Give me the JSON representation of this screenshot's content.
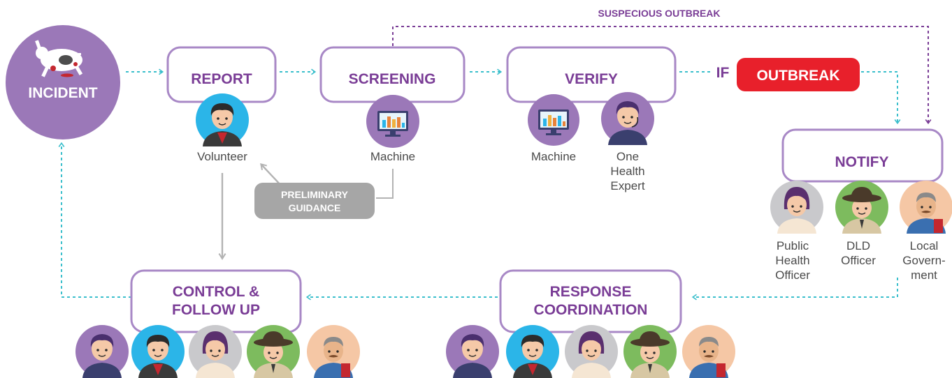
{
  "labels": {
    "incident": "INCIDENT",
    "report": "REPORT",
    "screening": "SCREENING",
    "verify": "VERIFY",
    "notify": "NOTIFY",
    "if_word": "IF",
    "outbreak": "OUTBREAK",
    "suspicious": "SUSPECIOUS OUTBREAK",
    "prelim_1": "PRELIMINARY",
    "prelim_2": "GUIDANCE",
    "control_1": "CONTROL &",
    "control_2": "FOLLOW UP",
    "response_1": "RESPONSE",
    "response_2": "COORDINATION"
  },
  "people": {
    "volunteer": "Volunteer",
    "machine_screening": "Machine",
    "machine_verify": "Machine",
    "expert": [
      "One",
      "Health",
      "Expert"
    ],
    "public_health": [
      "Public",
      "Health",
      "Officer"
    ],
    "dld": [
      "DLD",
      "Officer"
    ],
    "local_gov": [
      "Local",
      "Govern-",
      "ment"
    ]
  },
  "colors": {
    "purple": "#7a3d96",
    "box_border": "#a888c6",
    "teal": "#3bbfcc",
    "gray": "#b3b3b3",
    "red": "#e8202b",
    "incident_bg": "#9b78b8",
    "volunteer_bg": "#2bb5e8",
    "machine_bg": "#9b78b8",
    "expert_bg": "#9b78b8",
    "public_health_bg": "#c9c9cc",
    "dld_bg": "#7dbb5e",
    "local_gov_bg": "#f5c7a5"
  }
}
